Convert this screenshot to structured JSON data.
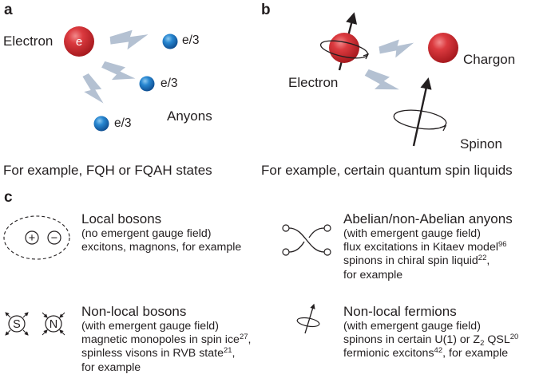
{
  "panel_a": {
    "label": "a",
    "electron_label": "Electron",
    "electron_symbol": "e",
    "fractional_charges": [
      "e/3",
      "e/3",
      "e/3"
    ],
    "anyons_label": "Anyons",
    "caption": "For example, FQH or FQAH states"
  },
  "panel_b": {
    "label": "b",
    "electron_label": "Electron",
    "chargon_label": "Chargon",
    "spinon_label": "Spinon",
    "caption": "For example, certain quantum spin liquids"
  },
  "panel_c": {
    "label": "c",
    "local_bosons": {
      "title": "Local bosons",
      "line1": "(no emergent gauge field)",
      "line2": "excitons, magnons, for example",
      "plus_symbol": "+",
      "minus_symbol": "−"
    },
    "anyons": {
      "title": "Abelian/non-Abelian anyons",
      "line1": "(with emergent gauge field)",
      "line2_text": "flux excitations in Kitaev model",
      "line2_ref": "96",
      "line3_text": "spinons in chiral spin liquid",
      "line3_ref": "22",
      "line3_tail": ",",
      "line4": "for example"
    },
    "nonlocal_bosons": {
      "title": "Non-local bosons",
      "line1": "(with emergent gauge field)",
      "line2_text": "magnetic monopoles in spin ice",
      "line2_ref": "27",
      "line2_tail": ",",
      "line3_text": "spinless visons in RVB state",
      "line3_ref": "21",
      "line3_tail": ",",
      "line4": "for example",
      "s_symbol": "S",
      "n_symbol": "N"
    },
    "nonlocal_fermions": {
      "title": "Non-local fermions",
      "line1": "(with emergent gauge field)",
      "line2_text": "spinons in certain U(1) or Z",
      "line2_sub": "2",
      "line2_mid": " QSL",
      "line2_ref": "20",
      "line3_text": "fermionic excitons",
      "line3_ref": "42",
      "line3_tail": ", for example"
    }
  },
  "colors": {
    "electron_red": "#d42a2f",
    "anyon_blue": "#1e73be",
    "wave_gray": "#b4c1d2",
    "text": "#231f20"
  }
}
